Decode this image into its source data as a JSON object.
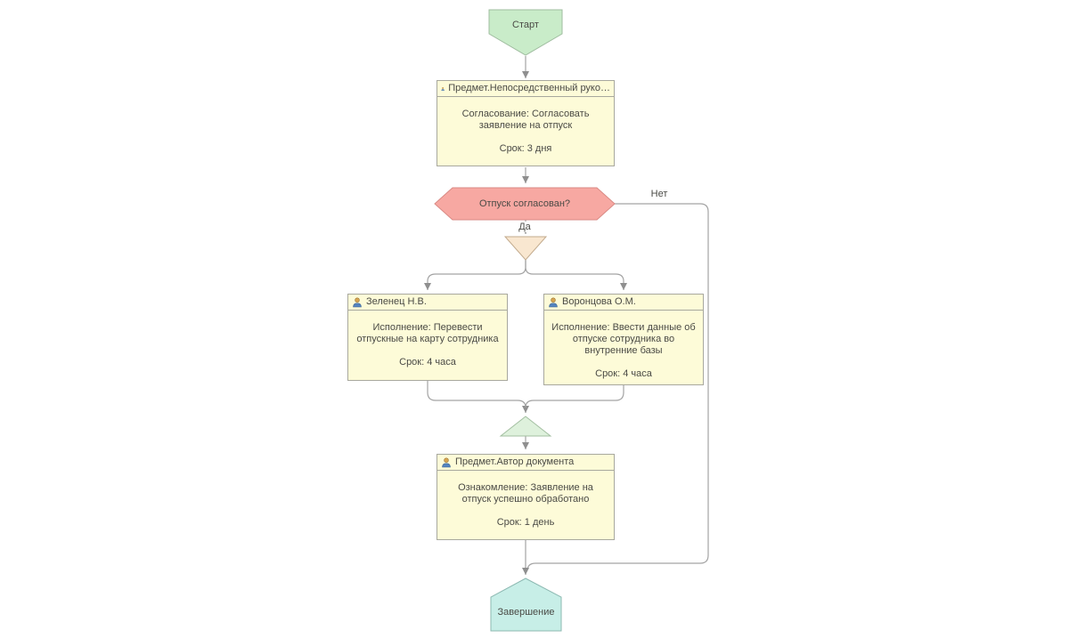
{
  "colors": {
    "start_fill": "#c9ecc9",
    "start_stroke": "#9fbc9f",
    "task_fill": "#fdfbd8",
    "task_stroke": "#a8a89e",
    "condition_fill": "#f7a8a2",
    "condition_stroke": "#d98a84",
    "split_fill": "#f9e7d0",
    "split_stroke": "#c3ab8e",
    "join_fill": "#def1dc",
    "join_stroke": "#a3bfa1",
    "end_fill": "#c7eee7",
    "end_stroke": "#8db9b2",
    "line": "#a3a3a3",
    "arrow": "#8f8f8f",
    "text": "#4a4a45"
  },
  "nodes": {
    "start": {
      "label": "Старт"
    },
    "approval_task": {
      "performer": "Предмет.Непосредственный руко…",
      "action": "Согласование: Согласовать заявление на отпуск",
      "deadline": "Срок: 3 дня"
    },
    "condition": {
      "question": "Отпуск согласован?",
      "yes": "Да",
      "no": "Нет"
    },
    "transfer_task": {
      "performer": "Зеленец Н.В.",
      "action": "Исполнение: Перевести отпускные на карту сотрудника",
      "deadline": "Срок: 4 часа"
    },
    "data_entry_task": {
      "performer": "Воронцова О.М.",
      "action": "Исполнение: Ввести данные об отпуске сотрудника во внутренние базы",
      "deadline": "Срок: 4 часа"
    },
    "notify_task": {
      "performer": "Предмет.Автор документа",
      "action": "Ознакомление: Заявление на отпуск успешно обработано",
      "deadline": "Срок: 1 день"
    },
    "end": {
      "label": "Завершение"
    }
  }
}
